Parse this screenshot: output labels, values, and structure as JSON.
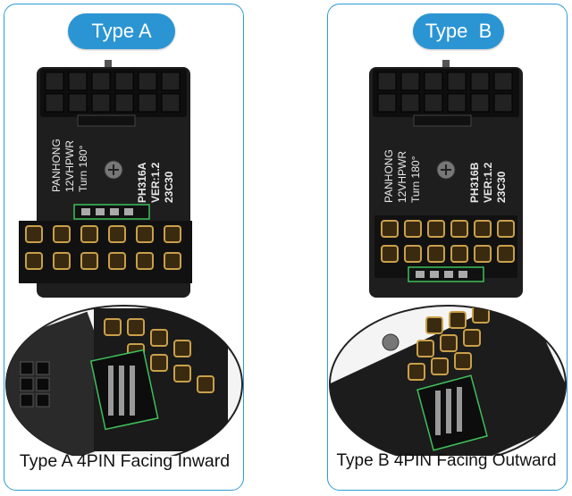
{
  "panels": [
    {
      "badge": "Type A",
      "board_text": [
        "PANHONG",
        "12VHPWR",
        "Turn 180°"
      ],
      "board_model": [
        "PH316A",
        "VER:1.2",
        "23C30"
      ],
      "caption": "Type A 4PIN Facing Inward",
      "connector_position": "middle"
    },
    {
      "badge": "Type  B",
      "board_text": [
        "PANHONG",
        "12VHPWR",
        "Turn 180°"
      ],
      "board_model": [
        "PH316B",
        "VER:1.2",
        "23C30"
      ],
      "caption": "Type B 4PIN Facing Outward",
      "connector_position": "bottom"
    }
  ],
  "colors": {
    "frame": "#2f9bd6",
    "badge": "#2b95d3",
    "board": "#1c1c1c",
    "pin": "#c9a04a",
    "highlight": "#3fbf5a"
  }
}
